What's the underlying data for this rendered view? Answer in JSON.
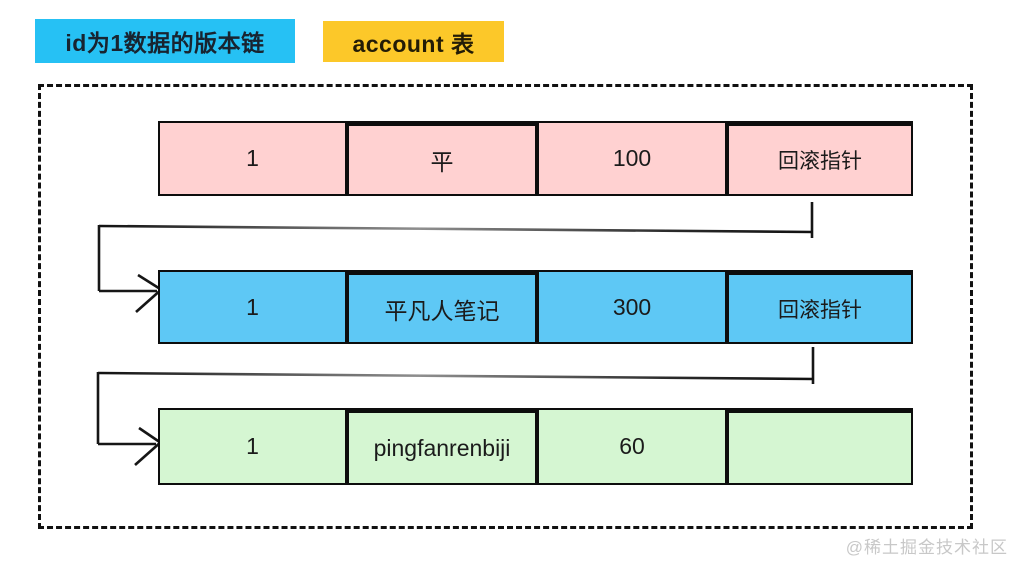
{
  "badges": {
    "version_chain": "id为1数据的版本链",
    "account_table": "account 表"
  },
  "diagram": {
    "rows": [
      {
        "label": "version-newest",
        "color": "#ffd1d1",
        "cells": [
          "1",
          "平",
          "100",
          "回滚指针"
        ]
      },
      {
        "label": "version-middle",
        "color": "#5ec8f5",
        "cells": [
          "1",
          "平凡人笔记",
          "300",
          "回滚指针"
        ]
      },
      {
        "label": "version-oldest",
        "color": "#d5f6d2",
        "cells": [
          "1",
          "pingfanrenbiji",
          "60",
          ""
        ]
      }
    ]
  },
  "watermark": "@稀土掘金技术社区",
  "colors": {
    "badge_version_chain_bg": "#26c1f4",
    "badge_account_bg": "#fcc829",
    "row_newest_bg": "#ffd1d1",
    "row_middle_bg": "#5ec8f5",
    "row_oldest_bg": "#d5f6d2",
    "border_line": "#111111",
    "watermark_text": "#c8c8c8"
  }
}
